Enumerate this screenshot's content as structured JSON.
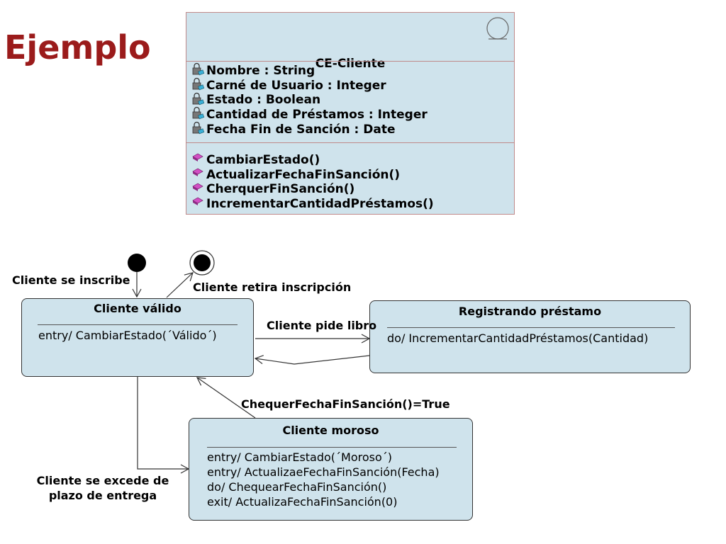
{
  "title": "Ejemplo",
  "class": {
    "name": "CE-Cliente",
    "attributes": [
      "Nombre : String",
      "Carné de Usuario : Integer",
      "Estado : Boolean",
      "Cantidad de Préstamos : Integer",
      "Fecha Fin de Sanción : Date"
    ],
    "operations": [
      "CambiarEstado()",
      "ActualizarFechaFinSanción()",
      "CherquerFinSanción()",
      "IncrementarCantidadPréstamos()"
    ]
  },
  "states": {
    "valido": {
      "name": "Cliente válido",
      "actions": [
        "entry/ CambiarEstado(´Válido´)"
      ]
    },
    "registrando": {
      "name": "Registrando préstamo",
      "actions": [
        "do/ IncrementarCantidadPréstamos(Cantidad)"
      ]
    },
    "moroso": {
      "name": "Cliente moroso",
      "actions": [
        "entry/ CambiarEstado(´Moroso´)",
        "entry/ ActualizaeFechaFinSanción(Fecha)",
        "do/ ChequearFechaFinSanción()",
        "exit/ ActualizaFechaFinSanción(0)"
      ]
    }
  },
  "transitions": {
    "inscribe": "Cliente se inscribe",
    "retira": "Cliente retira inscripción",
    "pide_libro": "Cliente pide libro",
    "chequer": "ChequerFechaFinSanción()=True",
    "excede_line1": "Cliente se excede de",
    "excede_line2": "plazo de entrega"
  }
}
